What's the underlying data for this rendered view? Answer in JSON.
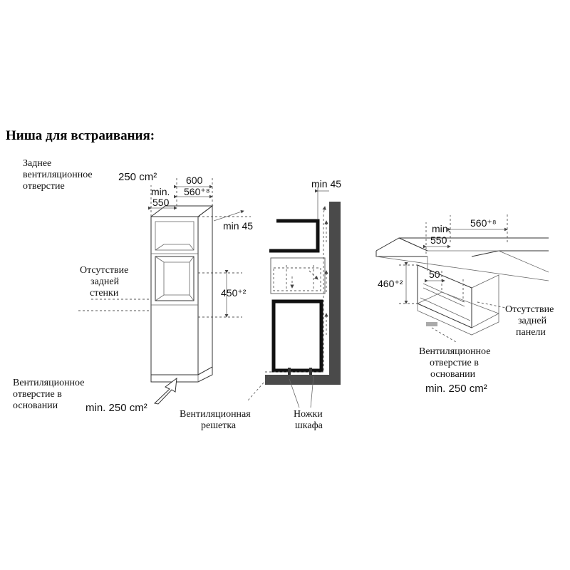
{
  "title": "Ниша для встраивания:",
  "left": {
    "rear_vent_label": [
      "Заднее",
      "вентиляционное",
      "отверстие"
    ],
    "rear_vent_area": "250 cm²",
    "depth_min_label": "min.",
    "depth_min_value": "550",
    "width_outer": "600",
    "width_inner": "560⁺⁸",
    "gap_top": "min 45",
    "no_back_wall_label": [
      "Отсутствие",
      "задней",
      "стенки"
    ],
    "niche_height": "450⁺²",
    "base_vent_label": [
      "Вентиляционное",
      "отверстие в",
      "основании"
    ],
    "base_vent_area": "min. 250 cm²"
  },
  "middle": {
    "gap_top": "min 45",
    "grille_label": [
      "Вентиляционная",
      "решетка"
    ],
    "legs_label": [
      "Ножки",
      "шкафа"
    ]
  },
  "right": {
    "depth_min_label": "min.",
    "depth_min_value": "550",
    "width_inner": "560⁺⁸",
    "height": "460⁺²",
    "offset": "50",
    "no_back_panel_label": [
      "Отсутствие",
      "задней",
      "панели"
    ],
    "base_vent_label": [
      "Вентиляционное",
      "отверстие в",
      "основании"
    ],
    "base_vent_area": "min. 250 cm²"
  }
}
